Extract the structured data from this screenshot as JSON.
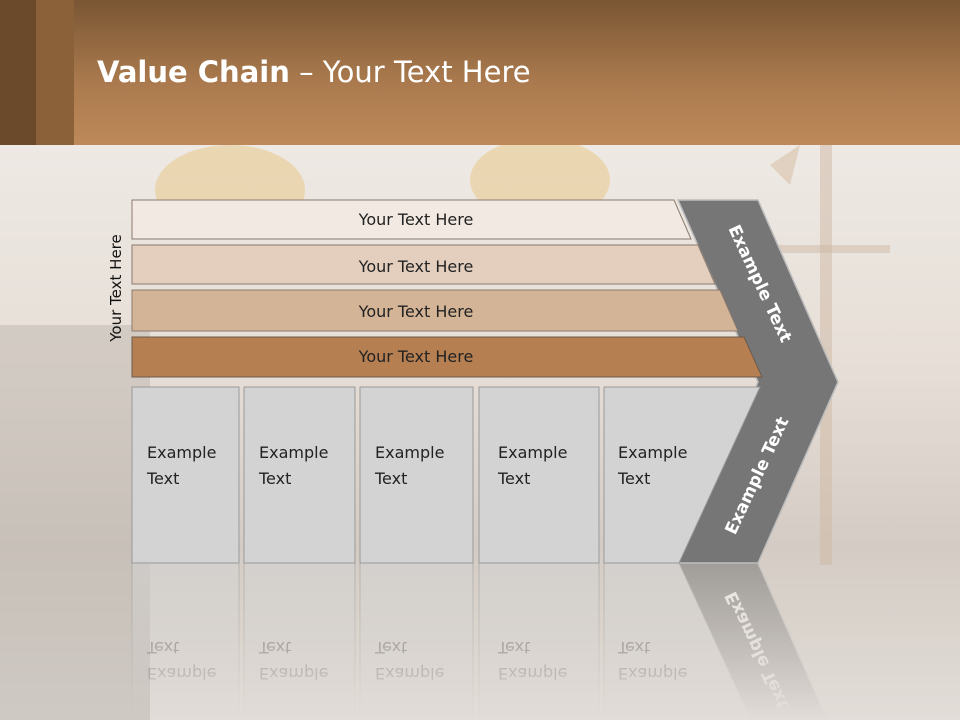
{
  "title": {
    "bold": "Value Chain",
    "rest": " – Your Text Here"
  },
  "side_label": "Your Text Here",
  "rows": [
    "Your Text Here",
    "Your Text Here",
    "Your Text Here",
    "Your Text Here"
  ],
  "boxes": [
    [
      "Example",
      "Text"
    ],
    [
      "Example",
      "Text"
    ],
    [
      "Example",
      "Text"
    ],
    [
      "Example",
      "Text"
    ],
    [
      "Example",
      "Text"
    ]
  ],
  "chevron_top": "Example Text",
  "chevron_bottom": "Example Text",
  "colors": {
    "row1": "#f2e9e2",
    "row2": "#e4cfbf",
    "row3": "#d4b496",
    "row4": "#b57f52",
    "box": "#d3d3d3",
    "chevron": "#767676"
  }
}
